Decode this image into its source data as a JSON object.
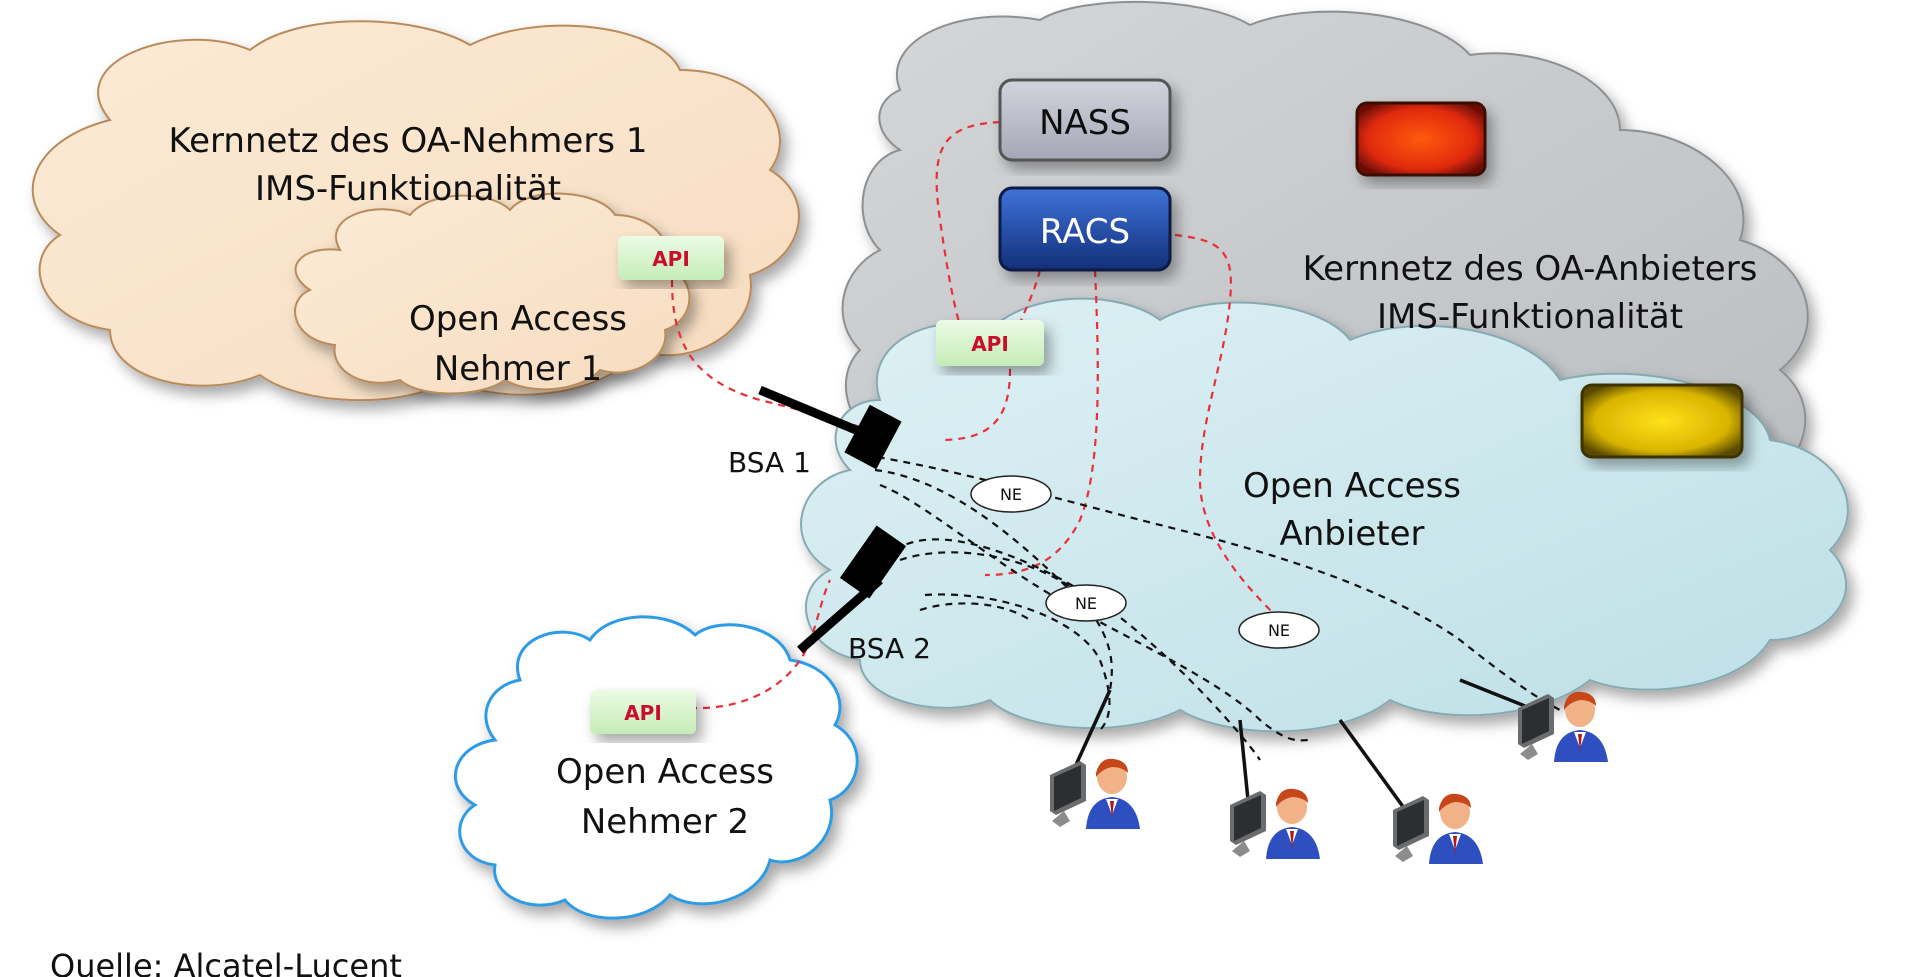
{
  "clouds": {
    "oa_nehmer1_core": {
      "line1": "Kernnetz des OA-Nehmers 1",
      "line2": "IMS-Funktionalität"
    },
    "oa_nehmer1": {
      "line1": "Open Access",
      "line2": "Nehmer 1"
    },
    "oa_anbieter_core": {
      "line1": "Kernnetz des OA-Anbieters",
      "line2": "IMS-Funktionalität"
    },
    "oa_anbieter": {
      "line1": "Open Access",
      "line2": "Anbieter"
    },
    "oa_nehmer2": {
      "line1": "Open Access",
      "line2": "Nehmer 2"
    }
  },
  "boxes": {
    "nass": "NASS",
    "racs": "RACS"
  },
  "api_label": "API",
  "ne_label": "NE",
  "bsa": {
    "bsa1": "BSA 1",
    "bsa2": "BSA 2"
  },
  "source": "Quelle: Alcatel-Lucent",
  "colors": {
    "nehmer1_cloud": "#fae6cf",
    "anbieter_core_cloud": "#c9cbcd",
    "anbieter_access_cloud": "#cfe8ec",
    "nehmer2_cloud": "#ffffff",
    "nehmer2_outline": "#2f9be6",
    "nass_box": "#b6b8c6",
    "racs_box": "#1f4ea8",
    "api_bg": "#d8f5cf",
    "api_text": "#c8102e",
    "red_box": "#f03a10",
    "yellow_box": "#e8c400",
    "signal_line": "#e8303a"
  }
}
